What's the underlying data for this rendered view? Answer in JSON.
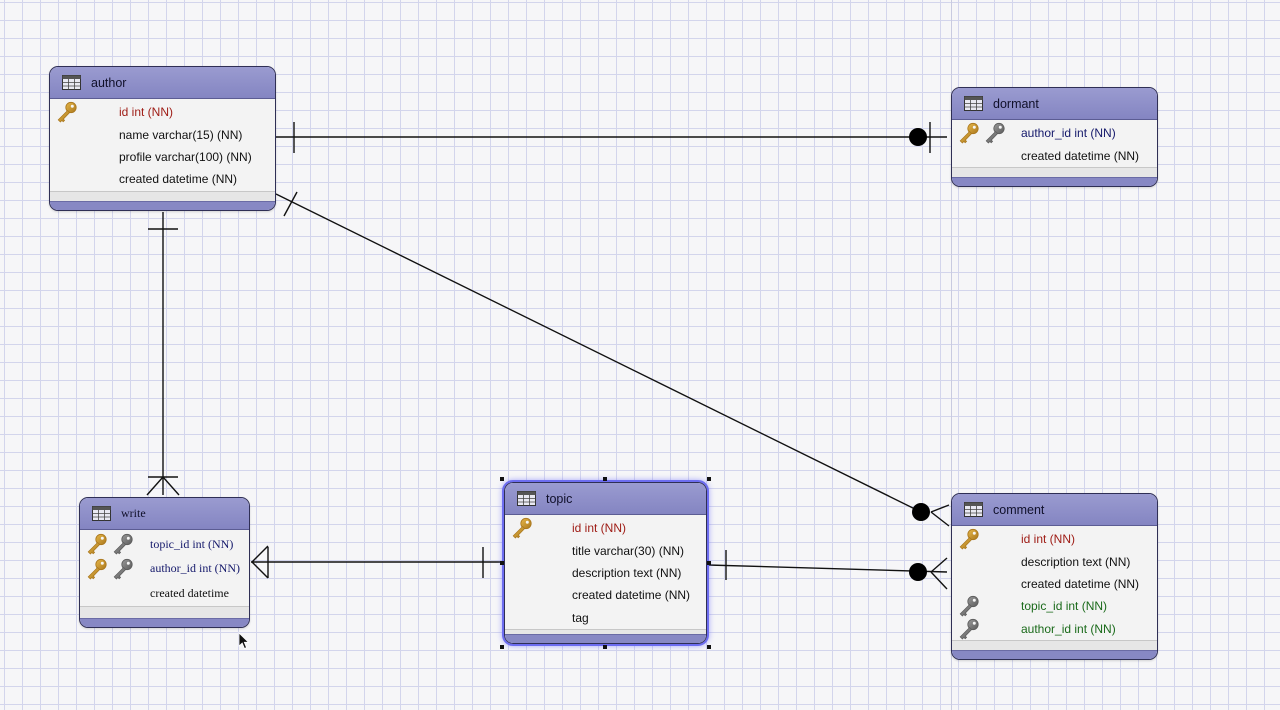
{
  "diagram": {
    "tables": {
      "author": {
        "name": "author",
        "columns": [
          {
            "text": "id int (NN)",
            "kind": "pk",
            "keys": [
              "pk-key-icon"
            ]
          },
          {
            "text": "name varchar(15) (NN)",
            "kind": "plain",
            "keys": []
          },
          {
            "text": "profile varchar(100) (NN)",
            "kind": "plain",
            "keys": []
          },
          {
            "text": "created datetime (NN)",
            "kind": "plain",
            "keys": []
          }
        ]
      },
      "dormant": {
        "name": "dormant",
        "columns": [
          {
            "text": "author_id int (NN)",
            "kind": "fk",
            "keys": [
              "pk-key-icon",
              "fk-key-icon"
            ]
          },
          {
            "text": "created datetime (NN)",
            "kind": "plain",
            "keys": []
          }
        ]
      },
      "write": {
        "name": "write",
        "columns": [
          {
            "text": "topic_id int (NN)",
            "kind": "fk",
            "keys": [
              "pk-key-icon",
              "fk-key-icon"
            ]
          },
          {
            "text": "author_id int (NN)",
            "kind": "fk",
            "keys": [
              "pk-key-icon",
              "fk-key-icon"
            ]
          },
          {
            "text": "created datetime",
            "kind": "plain",
            "keys": []
          }
        ]
      },
      "topic": {
        "name": "topic",
        "columns": [
          {
            "text": "id int (NN)",
            "kind": "pk",
            "keys": [
              "pk-key-icon"
            ]
          },
          {
            "text": "title varchar(30) (NN)",
            "kind": "plain",
            "keys": []
          },
          {
            "text": "description text (NN)",
            "kind": "plain",
            "keys": []
          },
          {
            "text": "created datetime (NN)",
            "kind": "plain",
            "keys": []
          },
          {
            "text": "tag",
            "kind": "plain",
            "keys": []
          }
        ]
      },
      "comment": {
        "name": "comment",
        "columns": [
          {
            "text": "id int (NN)",
            "kind": "pk",
            "keys": [
              "pk-key-icon"
            ]
          },
          {
            "text": "description text (NN)",
            "kind": "plain",
            "keys": []
          },
          {
            "text": "created datetime (NN)",
            "kind": "plain",
            "keys": []
          },
          {
            "text": "topic_id int (NN)",
            "kind": "fkg",
            "keys": [
              "fk-key-icon"
            ]
          },
          {
            "text": "author_id int (NN)",
            "kind": "fkg",
            "keys": [
              "fk-key-icon"
            ]
          }
        ]
      }
    },
    "relationships": [
      {
        "from": "author",
        "to": "dormant",
        "from_end": "one",
        "to_end": "zero-or-one"
      },
      {
        "from": "author",
        "to": "write",
        "from_end": "one",
        "to_end": "one-or-many"
      },
      {
        "from": "author",
        "to": "comment",
        "from_end": "one",
        "to_end": "zero-or-many"
      },
      {
        "from": "topic",
        "to": "write",
        "from_end": "one",
        "to_end": "one-or-many"
      },
      {
        "from": "topic",
        "to": "comment",
        "from_end": "one",
        "to_end": "zero-or-many"
      }
    ],
    "selected_table": "topic",
    "colors": {
      "header": "#8b8cc6",
      "primary_key": "#9e1b14",
      "foreign_key": "#15196b",
      "foreign_key_alt": "#1a6a1a",
      "selection": "#6d6df0"
    }
  }
}
